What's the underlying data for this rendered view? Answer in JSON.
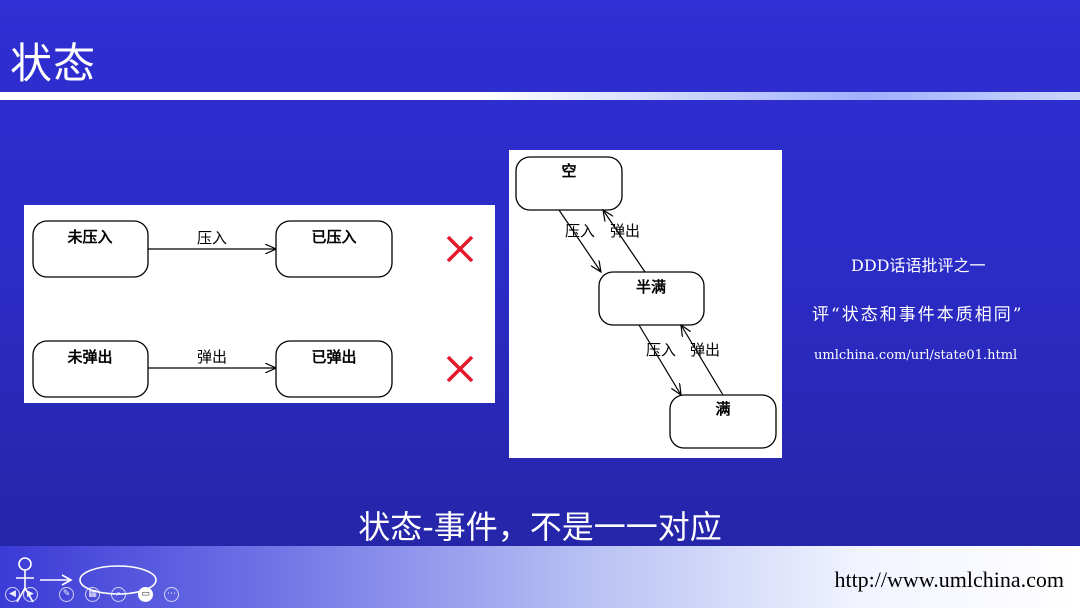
{
  "slide": {
    "title": "状态",
    "subtitle": "状态-事件，不是一一对应",
    "footer_url": "http://www.umlchina.com"
  },
  "left_diagram": {
    "rows": [
      {
        "from": "未压入",
        "event": "压入",
        "to": "已压入",
        "mark": "✕"
      },
      {
        "from": "未弹出",
        "event": "弹出",
        "to": "已弹出",
        "mark": "✕"
      }
    ]
  },
  "right_diagram": {
    "states": [
      "空",
      "半满",
      "满"
    ],
    "transitions": [
      {
        "label_down": "压入",
        "label_up": "弹出"
      },
      {
        "label_down": "压入",
        "label_up": "弹出"
      }
    ]
  },
  "side_note": {
    "line1": "DDD话语批评之一",
    "line2": "评“状态和事件本质相同”",
    "line3": "umlchina.com/url/state01.html"
  },
  "colors": {
    "background": "#2b2bc6",
    "cross_mark": "#e3192c",
    "text": "#ffffff"
  },
  "controls": [
    "prev-icon",
    "next-icon",
    "pen-icon",
    "slides-icon",
    "zoom-icon",
    "video-icon",
    "more-icon"
  ]
}
